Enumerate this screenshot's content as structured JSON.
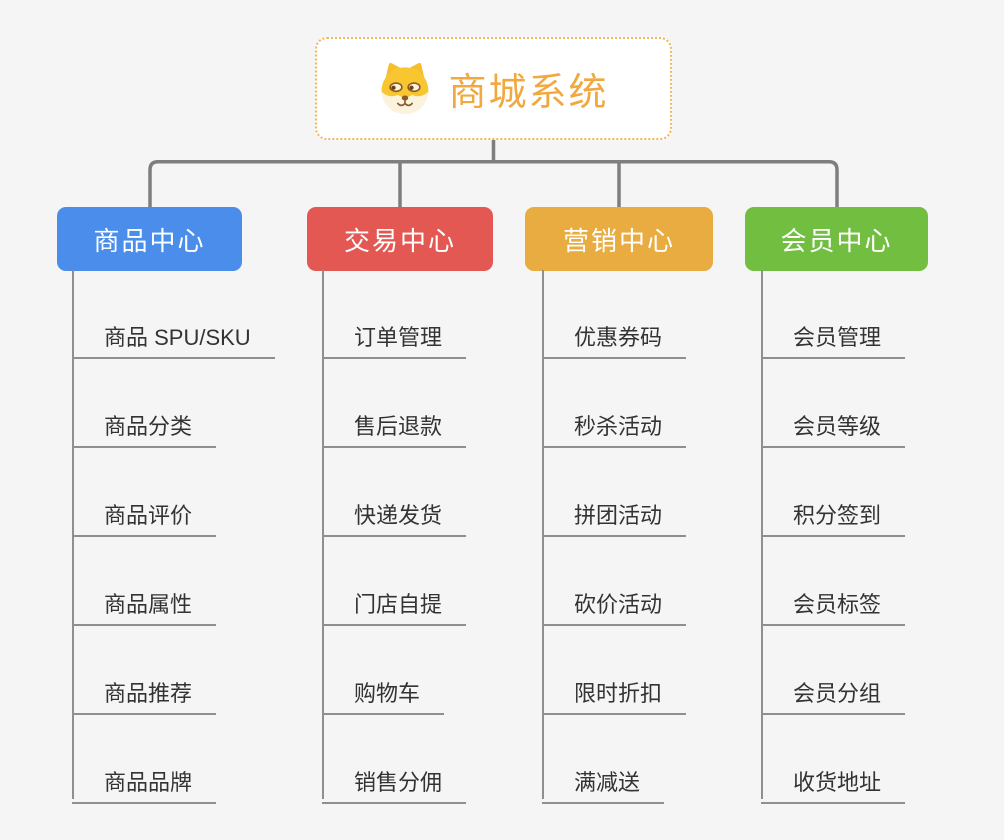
{
  "root": {
    "title": "商城系统",
    "icon": "dog-face-icon"
  },
  "columns": [
    {
      "label": "商品中心",
      "color": "#4A8DEB",
      "items": [
        "商品 SPU/SKU",
        "商品分类",
        "商品评价",
        "商品属性",
        "商品推荐",
        "商品品牌"
      ]
    },
    {
      "label": "交易中心",
      "color": "#E45853",
      "items": [
        "订单管理",
        "售后退款",
        "快递发货",
        "门店自提",
        "购物车",
        "销售分佣"
      ]
    },
    {
      "label": "营销中心",
      "color": "#E9AC40",
      "items": [
        "优惠券码",
        "秒杀活动",
        "拼团活动",
        "砍价活动",
        "限时折扣",
        "满减送"
      ]
    },
    {
      "label": "会员中心",
      "color": "#72BE41",
      "items": [
        "会员管理",
        "会员等级",
        "积分签到",
        "会员标签",
        "会员分组",
        "收货地址"
      ]
    }
  ],
  "colors": {
    "background": "#F5F5F5",
    "root_accent": "#F1A93F",
    "root_border": "#F3B45B",
    "connector": "#7E7E7E",
    "leaf_line": "#8F8F8F",
    "leaf_text": "#333333"
  }
}
